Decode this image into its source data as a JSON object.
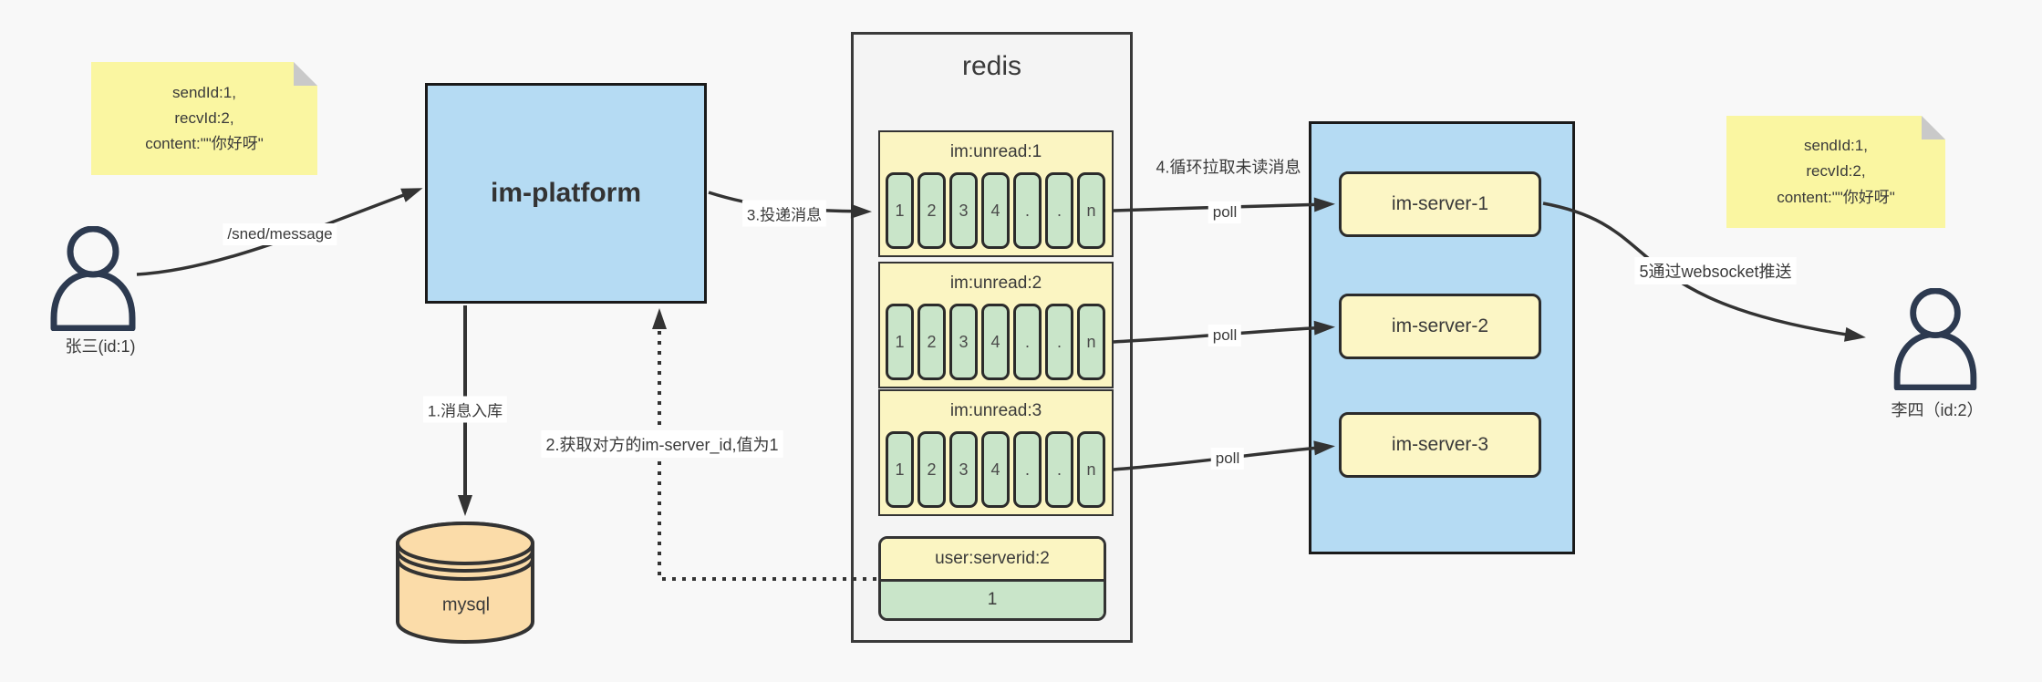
{
  "note_left": {
    "line1": "sendId:1,",
    "line2": "recvId:2,",
    "line3": "content:\"\"你好呀\""
  },
  "note_right": {
    "line1": "sendId:1,",
    "line2": "recvId:2,",
    "line3": "content:\"\"你好呀\""
  },
  "sender": {
    "label": "张三(id:1)"
  },
  "receiver": {
    "label": "李四（id:2）"
  },
  "platform": {
    "label": "im-platform"
  },
  "database": {
    "label": "mysql"
  },
  "redis": {
    "title": "redis",
    "queues": [
      {
        "title": "im:unread:1",
        "cells": [
          "1",
          "2",
          "3",
          "4",
          ".",
          ".",
          "n"
        ]
      },
      {
        "title": "im:unread:2",
        "cells": [
          "1",
          "2",
          "3",
          "4",
          ".",
          ".",
          "n"
        ]
      },
      {
        "title": "im:unread:3",
        "cells": [
          "1",
          "2",
          "3",
          "4",
          ".",
          ".",
          "n"
        ]
      }
    ],
    "mapping": {
      "title": "user:serverid:2",
      "value": "1"
    }
  },
  "servers": {
    "items": [
      {
        "label": "im-server-1"
      },
      {
        "label": "im-server-2"
      },
      {
        "label": "im-server-3"
      }
    ]
  },
  "edges": {
    "send": "/sned/message",
    "step1": "1.消息入库",
    "step2": "2.获取对方的im-server_id,值为1",
    "step3": "3.投递消息",
    "step4": "4.循环拉取未读消息",
    "poll": "poll",
    "step5": "5通过websocket推送"
  },
  "colors": {
    "background": "#f8f8f8",
    "note_yellow": "#faf6a1",
    "platform_blue": "#b5dbf3",
    "queue_yellow": "#fbf5c2",
    "cell_green": "#c9e5c9",
    "mysql_orange": "#fbdca9",
    "server_yellow": "#fcf6c5",
    "stroke_dark": "#333333",
    "person_navy": "#2d3a50"
  }
}
